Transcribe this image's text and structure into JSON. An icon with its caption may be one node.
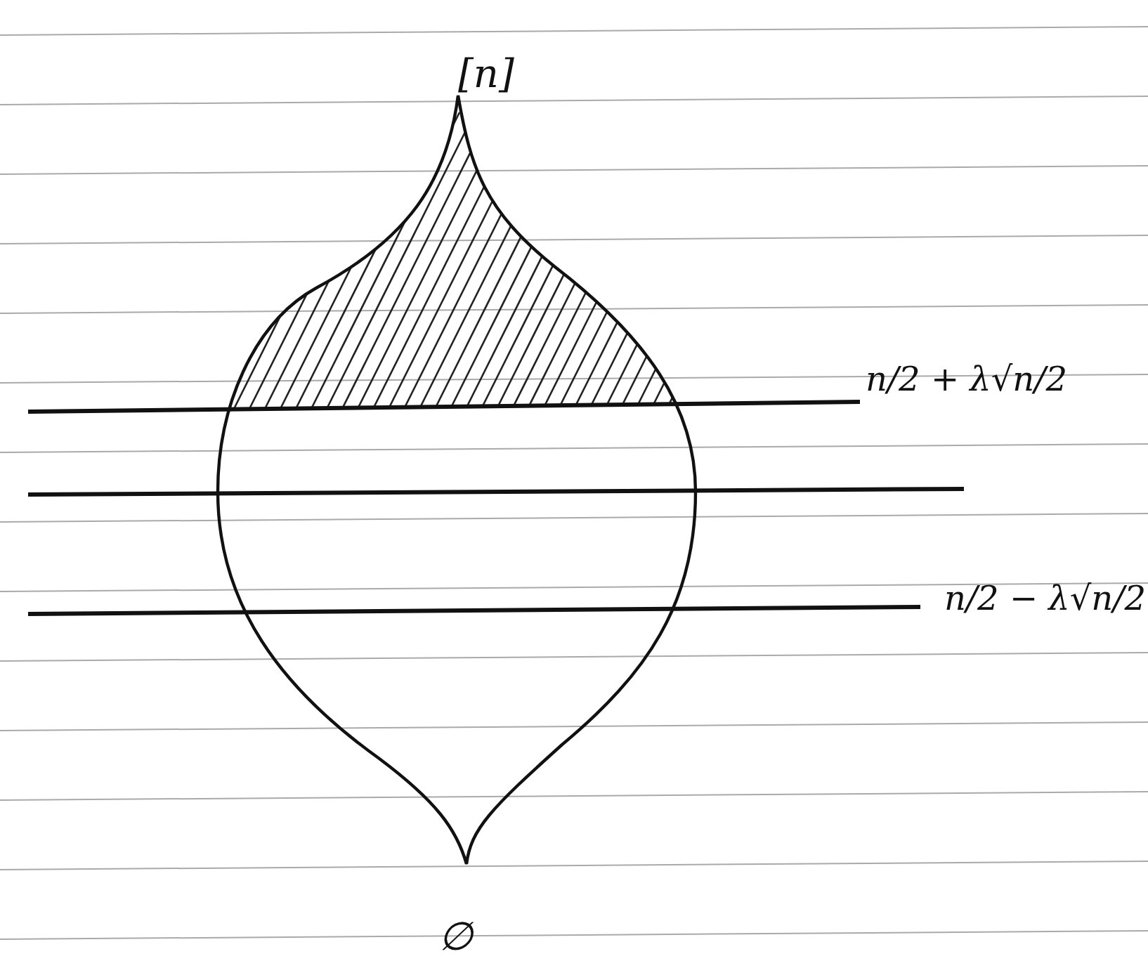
{
  "diagram": {
    "labels": [
      "[n]",
      "n/2 + λ√n/2",
      "n/2 − λ√n/2",
      "∅"
    ]
  }
}
